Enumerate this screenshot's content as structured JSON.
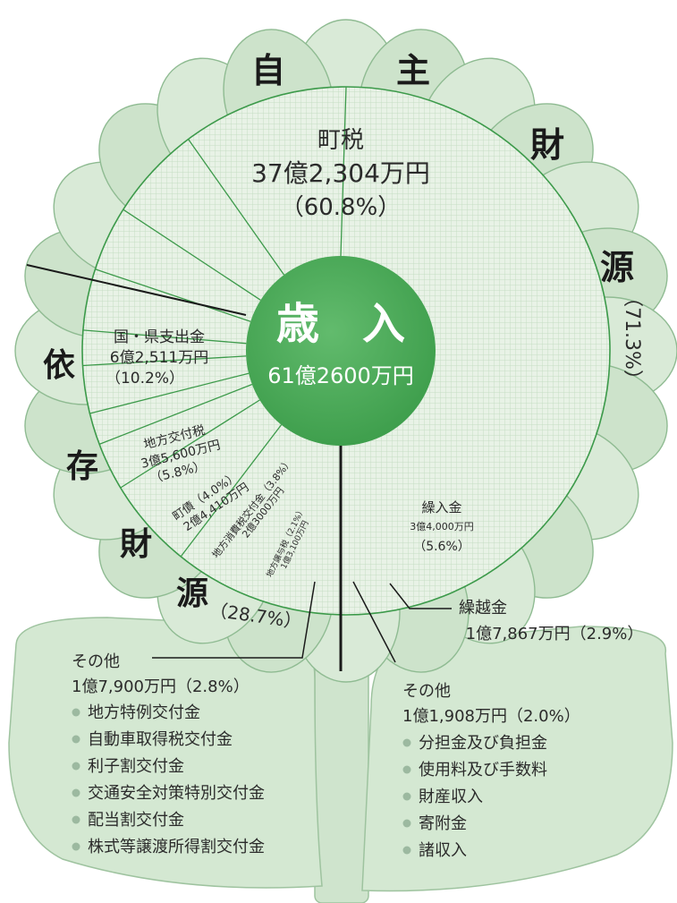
{
  "center": {
    "title": "歳　入",
    "total": "61億2600万円"
  },
  "ring": {
    "self_chars": [
      "自",
      "主",
      "財",
      "源"
    ],
    "self_pct": "（71.3%）",
    "dep_chars": [
      "依",
      "存",
      "財",
      "源"
    ],
    "dep_pct": "（28.7%）"
  },
  "labels": {
    "town_tax": {
      "name": "町税",
      "amount": "37億2,304万円",
      "pct": "（60.8%）"
    },
    "national": {
      "name": "国・県支出金",
      "amount": "6億2,511万円",
      "pct": "（10.2%）"
    },
    "local_alloc": {
      "name": "地方交付税",
      "amount": "3億5,600万円",
      "pct": "（5.8%）"
    },
    "bond": {
      "name": "町債（4.0%）",
      "amount": "2億4,410万円"
    },
    "consumption": {
      "name": "地方消費税交付金（3.8%）",
      "amount": "2億3000万円"
    },
    "transfer": {
      "name": "地方譲与税（2.1%）",
      "amount": "1億3,100万円"
    },
    "reserve_in": {
      "name": "繰入金",
      "amount": "3億4,000万円",
      "pct": "（5.6%）"
    },
    "carryover": {
      "name": "繰越金",
      "amount": "1億7,867万円（2.9%）"
    },
    "other_dep": {
      "name": "その他",
      "amount": "1億7,900万円（2.8%）",
      "items": [
        "地方特例交付金",
        "自動車取得税交付金",
        "利子割交付金",
        "交通安全対策特別交付金",
        "配当割交付金",
        "株式等譲渡所得割交付金"
      ]
    },
    "other_self": {
      "name": "その他",
      "amount": "1億1,908万円（2.0%）",
      "items": [
        "分担金及び負担金",
        "使用料及び手数料",
        "財産収入",
        "寄附金",
        "諸収入"
      ]
    }
  },
  "colors": {
    "petal": "#d9ead9",
    "petal_edge": "#7fae85",
    "face": "#e6f1e4",
    "grid": "#c3dcc2",
    "center": "#52ad5e",
    "line": "#3c9a4a",
    "leaf": "#cfe4cd"
  },
  "chart_data": {
    "type": "pie",
    "title": "歳入",
    "total": "61億2600万円",
    "unit": "万円",
    "slices": [
      {
        "name": "町税",
        "value": 372304,
        "percent": 60.8
      },
      {
        "name": "繰入金",
        "value": 34000,
        "percent": 5.6
      },
      {
        "name": "繰越金",
        "value": 17867,
        "percent": 2.9
      },
      {
        "name": "その他（自主財源）",
        "value": 11908,
        "percent": 2.0
      },
      {
        "name": "その他（依存財源）",
        "value": 17900,
        "percent": 2.8
      },
      {
        "name": "地方譲与税",
        "value": 13100,
        "percent": 2.1
      },
      {
        "name": "地方消費税交付金",
        "value": 23000,
        "percent": 3.8
      },
      {
        "name": "町債",
        "value": 24410,
        "percent": 4.0
      },
      {
        "name": "地方交付税",
        "value": 35600,
        "percent": 5.8
      },
      {
        "name": "国・県支出金",
        "value": 62511,
        "percent": 10.2
      }
    ],
    "groups": [
      {
        "name": "自主財源",
        "percent": 71.3
      },
      {
        "name": "依存財源",
        "percent": 28.7
      }
    ]
  }
}
